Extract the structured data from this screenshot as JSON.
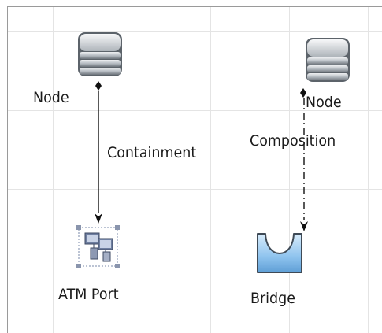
{
  "diagram": {
    "nodes": [
      {
        "id": "node-left",
        "label": "Node",
        "icon": "server-stack-icon"
      },
      {
        "id": "node-right",
        "label": "Node",
        "icon": "server-stack-icon"
      },
      {
        "id": "atm-port",
        "label": "ATM Port",
        "icon": "atm-port-icon"
      },
      {
        "id": "bridge",
        "label": "Bridge",
        "icon": "bridge-icon"
      }
    ],
    "edges": [
      {
        "from": "node-left",
        "to": "atm-port",
        "label": "Containment",
        "style": "solid"
      },
      {
        "from": "node-right",
        "to": "bridge",
        "label": "Composition",
        "style": "dash-dot"
      }
    ]
  },
  "colors": {
    "grid": "#e4e4e4",
    "frame": "#9a9a9a",
    "edge": "#111111",
    "bridge_fill": "#8ec3ee",
    "server_body": "#8e959c"
  }
}
